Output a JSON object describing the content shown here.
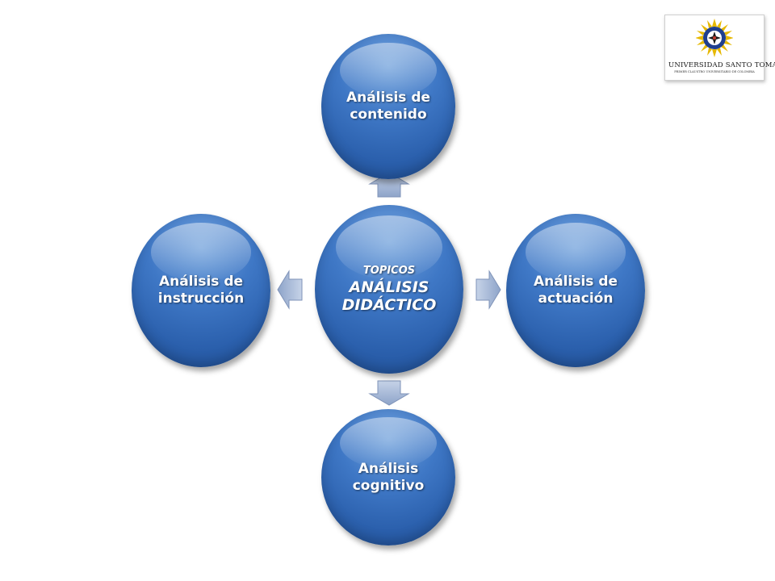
{
  "diagram": {
    "center": {
      "small_label": "TOPICOS",
      "label": "ANÁLISIS\nDIDÁCTICO"
    },
    "nodes": {
      "top": "Análisis de\ncontenido",
      "right": "Análisis de\nactuación",
      "bottom": "Análisis\ncognitivo",
      "left": "Análisis de\ninstrucción"
    }
  },
  "logo": {
    "name": "UNIVERSIDAD SANTO TOMAS",
    "subtitle": "PRIMER CLAUSTRO UNIVERSITARIO DE COLOMBIA"
  },
  "colors": {
    "circle": "#3f78c6",
    "arrow": "#9fb4d6"
  }
}
